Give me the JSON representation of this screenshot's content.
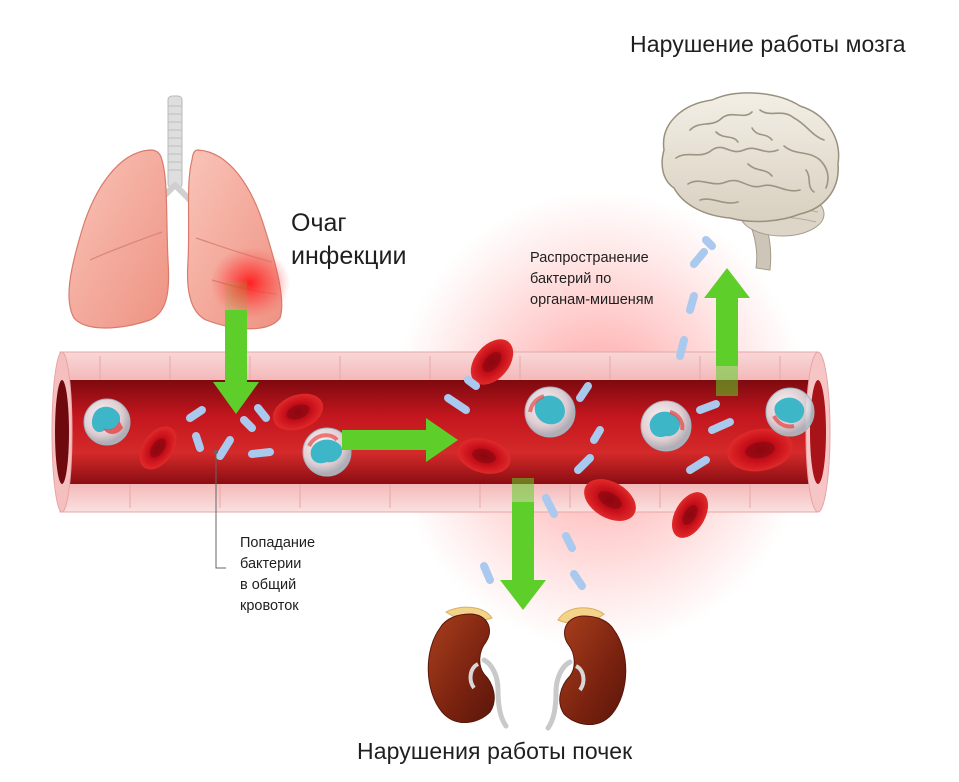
{
  "labels": {
    "brain_title": "Нарушение работы мозга",
    "kidney_title": "Нарушения работы почек",
    "infection_focus": [
      "Очаг",
      "инфекции"
    ],
    "spread": [
      "Распространение",
      "бактерий по",
      "органам-мишеням"
    ],
    "entry": [
      "Попадание",
      "бактерии",
      "в общий",
      "кровоток"
    ]
  },
  "colors": {
    "vessel_outer": "#f7c7c7",
    "vessel_inner": "#c2141c",
    "red_cell": "#c8101a",
    "arrow": "#5ecf2a",
    "bacteria": "#a9c9ee",
    "white_cell": "#3db6c8",
    "inflammation_glow": "#ff3b3b",
    "lung": "#f5a99b",
    "brain": "#e9e3d6",
    "kidney": "#8b2a12"
  },
  "icons": [
    "lungs-icon",
    "brain-icon",
    "kidney-left-icon",
    "kidney-right-icon"
  ]
}
